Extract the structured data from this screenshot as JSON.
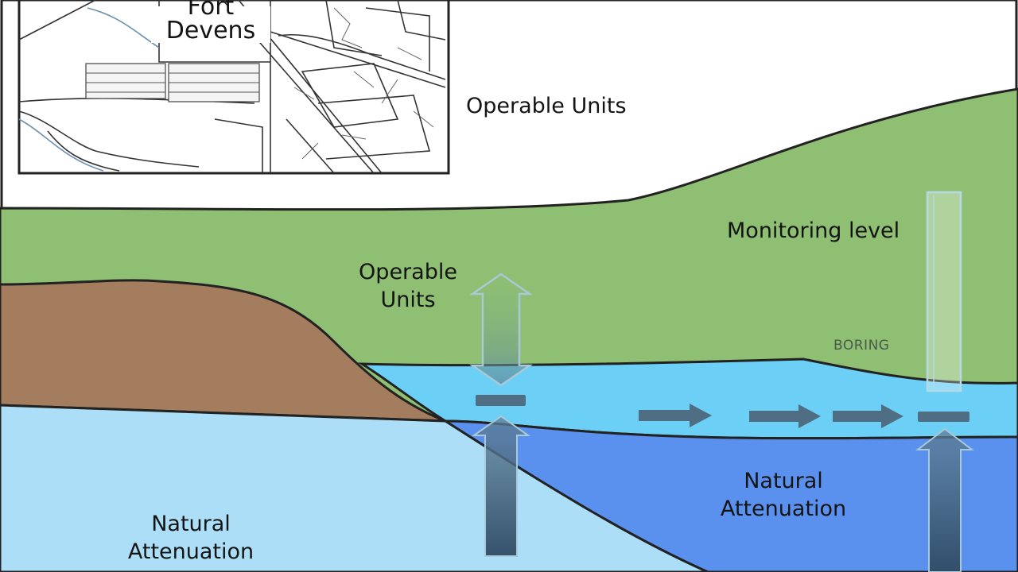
{
  "inset_map": {
    "title_line1": "Fort",
    "title_line2": "Devens"
  },
  "labels": {
    "operable_units_top": "Operable Units",
    "monitoring_level": "Monitoring level",
    "operable_units_mid_line1": "Operable",
    "operable_units_mid_line2": "Units",
    "boring_tag": "BORING",
    "natural_attenuation_left_line1": "Natural",
    "natural_attenuation_left_line2": "Attenuation",
    "natural_attenuation_right_line1": "Natural",
    "natural_attenuation_right_line2": "Attenuation"
  },
  "colors": {
    "ground": "#8ebf73",
    "soil": "#a47c5e",
    "shallow_water": "#6ccff5",
    "deep_water": "#5b91ee",
    "aquifer": "#acdff7",
    "arrow": "#4f6e84"
  },
  "flow_arrows": {
    "count": 3,
    "direction": "right"
  }
}
